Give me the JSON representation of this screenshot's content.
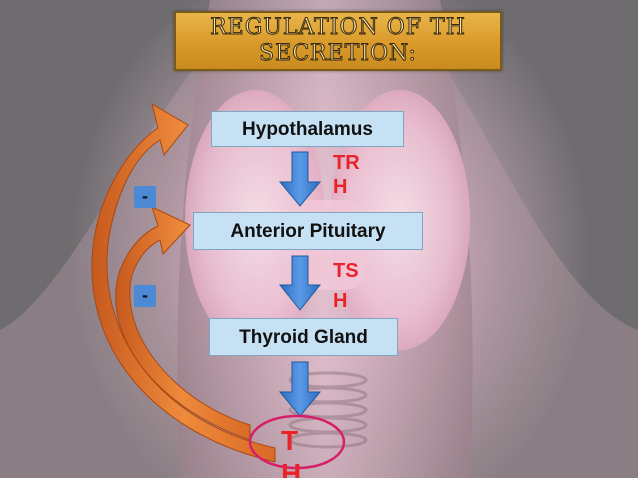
{
  "title": {
    "line1": "REGULATION OF TH",
    "line2": "SECRETION:"
  },
  "nodes": {
    "hypothalamus": "Hypothalamus",
    "anterior_pituitary": "Anterior Pituitary",
    "thyroid_gland": "Thyroid Gland"
  },
  "hormones": {
    "trh_line1": "TR",
    "trh_line2": "H",
    "tsh_line1": "TS",
    "tsh_line2": "H",
    "th_line1": "T",
    "th_line2": "H"
  },
  "feedback": {
    "to_hypothalamus": "-",
    "to_pituitary": "-"
  },
  "colors": {
    "node_fill": "#c6e1f3",
    "hormone_text": "#e8242a",
    "down_arrow": "#3a7fd0",
    "feedback_arrow": "#e0782f",
    "feedback_badge": "#4d8ad6",
    "highlight_circle": "#d81e6a",
    "title_fill": "#d99a2a"
  }
}
